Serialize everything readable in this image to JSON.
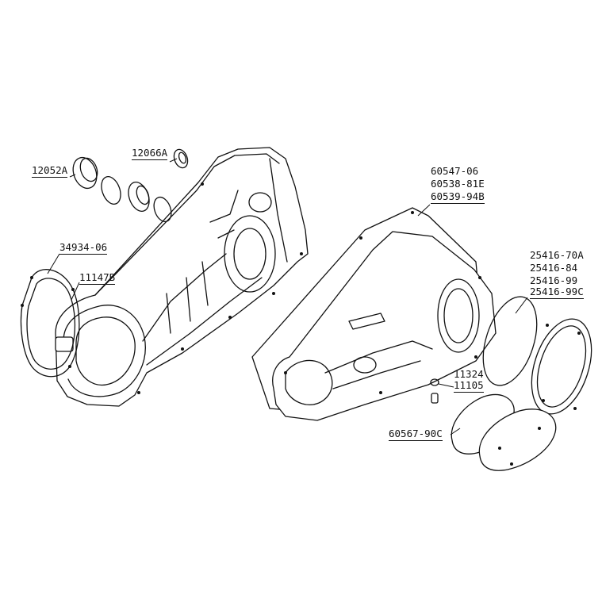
{
  "parts": {
    "p12066a": "12066A",
    "p12052a": "12052A",
    "p34934": "34934-06",
    "p11147b": "11147B",
    "p60547": "60547-06",
    "p60538": "60538-81E",
    "p60539": "60539-94B",
    "p25416_70a": "25416-70A",
    "p25416_84": "25416-84",
    "p25416_99": "25416-99",
    "p25416_99c": "25416-99C",
    "p11324": "11324",
    "p11105": "11105",
    "p60567": "60567-90C"
  }
}
